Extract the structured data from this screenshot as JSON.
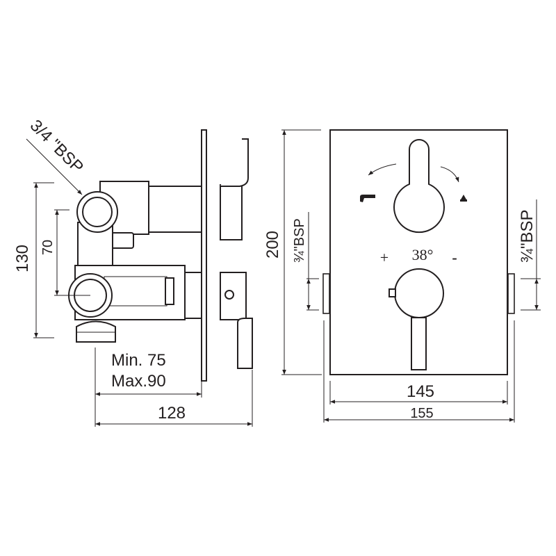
{
  "drawing": {
    "side_view": {
      "bsp_label": "3/4 \"BSP",
      "dim_130": "130",
      "dim_70": "70",
      "min_label": "Min. 75",
      "max_label": "Max.90",
      "dim_128": "128"
    },
    "front_view": {
      "dim_200": "200",
      "dim_145": "145",
      "dim_155": "155",
      "bsp_left": "¾\"BSP",
      "bsp_right": "¾\"BSP",
      "plus": "+",
      "temperature": "38°",
      "minus": "-"
    },
    "colors": {
      "line": "#231f20",
      "background": "#ffffff"
    }
  }
}
